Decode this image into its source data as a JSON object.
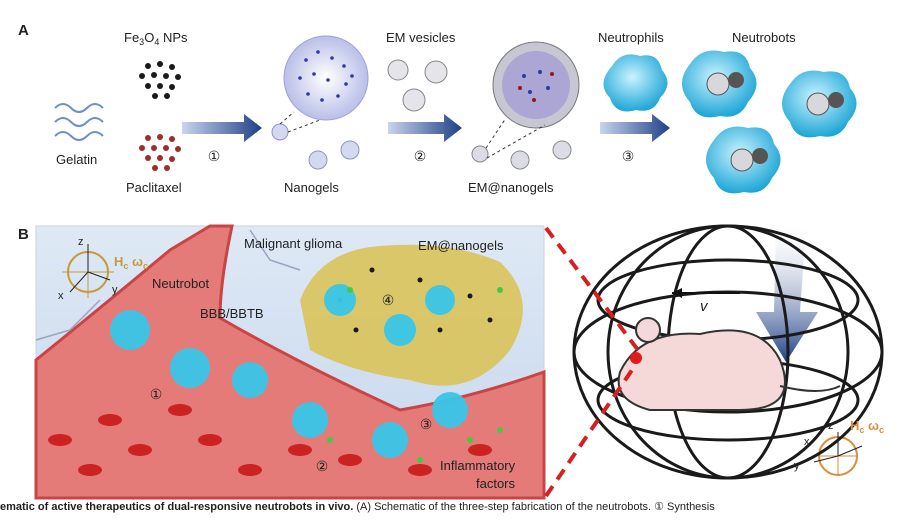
{
  "panel_a": {
    "letter": "A",
    "fe_label_main": "Fe",
    "fe_label_sub1": "3",
    "fe_label_mid": "O",
    "fe_label_sub2": "4",
    "fe_label_tail": " NPs",
    "gelatin": "Gelatin",
    "paclitaxel": "Paclitaxel",
    "nanogels": "Nanogels",
    "em_vesicles": "EM vesicles",
    "em_nanogels": "EM@nanogels",
    "neutrophils": "Neutrophils",
    "neutrobots": "Neutrobots",
    "steps": [
      "①",
      "②",
      "③"
    ]
  },
  "panel_b": {
    "letter": "B",
    "malignant_glioma": "Malignant glioma",
    "em_nanogels": "EM@nanogels",
    "neutrobot": "Neutrobot",
    "bbb": "BBB/BBTB",
    "inflammatory_line1": "Inflammatory",
    "inflammatory_line2": "factors",
    "field_h": "H",
    "field_h_sub": "c",
    "field_w": "ω",
    "field_w_sub": "c",
    "axis_x": "x",
    "axis_y": "y",
    "axis_z": "z",
    "velocity": "v",
    "steps": [
      "①",
      "②",
      "③",
      "④"
    ]
  },
  "caption": {
    "bold": "ematic of active therapeutics of dual-responsive neutrobots in vivo.",
    "rest": " (A) Schematic of the three-step fabrication of the neutrobots. ① Synthesis"
  },
  "colors": {
    "arrow_blue": "#1f3f86",
    "vessel": "#e06060",
    "cell_cyan": "#39c6e8",
    "glioma": "#d9c35a",
    "rbc": "#cc2222"
  }
}
